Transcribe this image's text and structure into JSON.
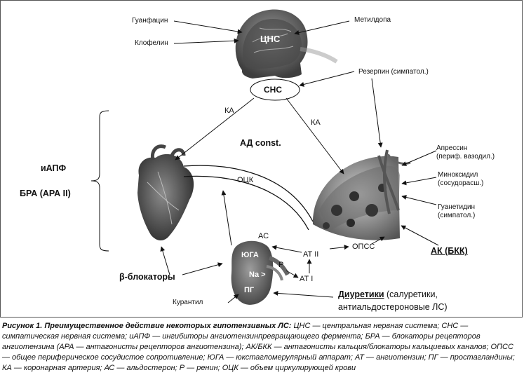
{
  "diagram": {
    "drugs": {
      "guanfacine": "Гуанфацин",
      "clonidine": "Клофелин",
      "methyldopa": "Метилдопа",
      "reserpine": "Резерпин (симпатол.)",
      "apressin_line1": "Апрессин",
      "apressin_line2": "(периф. вазодил.)",
      "minoxidil_line1": "Миноксидил",
      "minoxidil_line2": "(сосудорасш.)",
      "guanethidine_line1": "Гуанетидин",
      "guanethidine_line2": "(симпатол.)",
      "kurantil": "Курантил"
    },
    "nodes": {
      "cns": "ЦНС",
      "sns": "СНС",
      "bp_const": "АД const.",
      "ocs": "ОЦК",
      "ka_left": "КА",
      "ka_right": "КА",
      "as": "АС",
      "at2": "АТ II",
      "at1": "АТ I",
      "p": "Р",
      "opss": "ОПСС",
      "yuga": "ЮГА",
      "na": "Na >",
      "pg": "ПГ"
    },
    "classes": {
      "iapf": "иАПФ",
      "bra": "БРА (АРА II)",
      "ak": "АК (БКК)",
      "beta": "β-блокаторы",
      "diuretics": "Диуретики",
      "diuretics_rest_line1": " (салуретики,",
      "diuretics_rest_line2": "антиальдостероновые ЛС)"
    }
  },
  "caption": {
    "title": "Рисунок 1. Преимущественное действие некоторых гипотензивных ЛС:",
    "text": " ЦНС — центральная нервная система; СНС — симпатическая нервная система; иАПФ — ингибиторы ангиотензинпревращающего фермента; БРА — блокаторы рецепторов ангиотензина (АРА — антагонисты рецепторов ангиотензина); АК/БКК — антагонисты кальция/блокаторы кальциевых каналов; ОПСС — общее периферическое сосудистое сопротивление; ЮГА — юкстагломерулярный аппарат; АТ — ангиотензин; ПГ — простагландины; КА — коронарная артерия; АС — альдостерон; Р — ренин; ОЦК — объем циркулирующей крови"
  },
  "colors": {
    "line": "#111111",
    "head": "#6a6a6a",
    "heart": "#5a5a5a",
    "vessel": "#3a3a3a",
    "kidney": "#7a7a7a"
  }
}
